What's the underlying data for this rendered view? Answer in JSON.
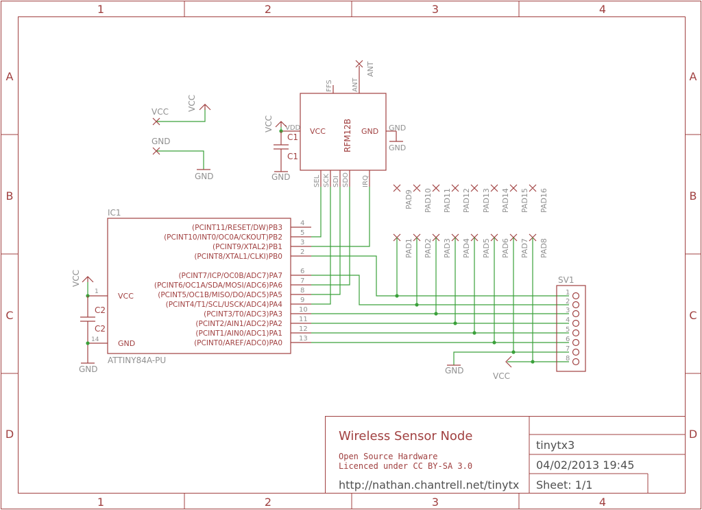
{
  "frame": {
    "columns": [
      "1",
      "2",
      "3",
      "4"
    ],
    "rows": [
      "A",
      "B",
      "C",
      "D"
    ]
  },
  "supply": {
    "vcc": "VCC",
    "gnd": "GND"
  },
  "radio": {
    "name": "RFM12B",
    "vcc_pin": "VCC",
    "gnd_pin": "GND",
    "vdd_pin": "VDD",
    "cap_label": "C1",
    "cap_value": "C1",
    "top_pins": [
      "FFS",
      "ANT"
    ],
    "antenna": "ANT",
    "right_pin": "GND",
    "bottom_pins": [
      "SEL",
      "SCK",
      "SDI",
      "SDO",
      "IRQ"
    ]
  },
  "pads_top": [
    "PAD9",
    "PAD10",
    "PAD11",
    "PAD12",
    "PAD13",
    "PAD14",
    "PAD15",
    "PAD16"
  ],
  "pads_bottom": [
    "PAD1",
    "PAD2",
    "PAD3",
    "PAD4",
    "PAD5",
    "PAD6",
    "PAD7",
    "PAD8"
  ],
  "ic": {
    "ref": "IC1",
    "part": "ATTINY84A-PU",
    "vcc_pin": "VCC",
    "gnd_pin": "GND",
    "vcc_num": "1",
    "gnd_num": "14",
    "cap_label": "C2",
    "cap_value": "C2",
    "pins": [
      {
        "label": "(PCINT11/RESET/DW)PB3",
        "num": "4"
      },
      {
        "label": "(PCINT10/INT0/OC0A/CKOUT)PB2",
        "num": "5"
      },
      {
        "label": "(PCINT9/XTAL2)PB1",
        "num": "3"
      },
      {
        "label": "(PCINT8/XTAL1/CLKI)PB0",
        "num": "2"
      },
      {
        "label": "(PCINT7/ICP/OC0B/ADC7)PA7",
        "num": "6"
      },
      {
        "label": "(PCINT6/OC1A/SDA/MOSI/ADC6)PA6",
        "num": "7"
      },
      {
        "label": "(PCINT5/OC1B/MISO/DO/ADC5)PA5",
        "num": "8"
      },
      {
        "label": "(PCINT4/T1/SCL/USCK/ADC4)PA4",
        "num": "9"
      },
      {
        "label": "(PCINT3/T0/ADC3)PA3",
        "num": "10"
      },
      {
        "label": "(PCINT2/AIN1/ADC2)PA2",
        "num": "11"
      },
      {
        "label": "(PCINT1/AIN0/ADC1)PA1",
        "num": "12"
      },
      {
        "label": "(PCINT0/AREF/ADC0)PA0",
        "num": "13"
      }
    ]
  },
  "header": {
    "ref": "SV1",
    "pins": [
      "1",
      "2",
      "3",
      "4",
      "5",
      "6",
      "7",
      "8"
    ]
  },
  "title_block": {
    "title": "Wireless Sensor Node",
    "line1": "Open Source Hardware",
    "line2": "Licenced under CC BY-SA 3.0",
    "url": "http://nathan.chantrell.net/tinytx",
    "name": "tinytx3",
    "date": "04/02/2013 19:45",
    "sheet": "Sheet: 1/1"
  }
}
